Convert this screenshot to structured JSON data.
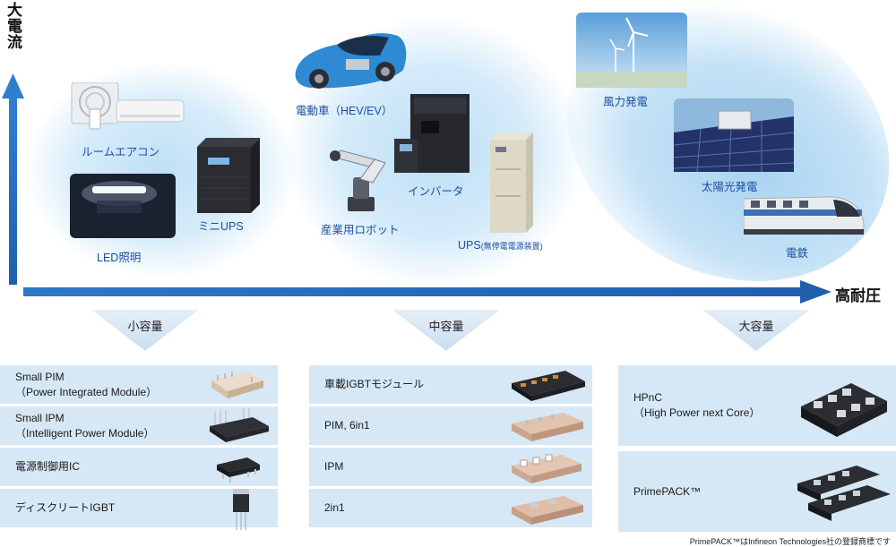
{
  "axes": {
    "y_title": "大電流",
    "x_title": "高耐圧"
  },
  "applications": {
    "room_aircon": "ルームエアコン",
    "led": "LED照明",
    "mini_ups": "ミニUPS",
    "ev": "電動車（HEV/EV）",
    "robot": "産業用ロボット",
    "inverter": "インバータ",
    "ups_main": "UPS",
    "ups_sub": "(無停電電源装置)",
    "wind": "風力発電",
    "solar": "太陽光発電",
    "rail": "電鉄"
  },
  "tiers": {
    "small": "小容量",
    "medium": "中容量",
    "large": "大容量"
  },
  "panels": {
    "small": [
      {
        "line1": "Small PIM",
        "line2": "（Power Integrated Module）"
      },
      {
        "line1": "Small IPM",
        "line2": "（Intelligent Power Module）"
      },
      {
        "line1": "電源制御用IC",
        "line2": ""
      },
      {
        "line1": "ディスクリートIGBT",
        "line2": ""
      }
    ],
    "medium": [
      {
        "line1": "車載IGBTモジュール"
      },
      {
        "line1": "PIM, 6in1"
      },
      {
        "line1": "IPM"
      },
      {
        "line1": "2in1"
      }
    ],
    "large": [
      {
        "line1": "HPnC",
        "line2": "（High Power next Core）"
      },
      {
        "line1": "PrimePACK™",
        "line2": ""
      }
    ]
  },
  "footnote": "PrimePACK™はInfineon Technologies社の登録商標です",
  "colors": {
    "axis_blue": "#1f5fae",
    "label_blue": "#1e50a2",
    "panel_fill": "#d6e8f6"
  }
}
